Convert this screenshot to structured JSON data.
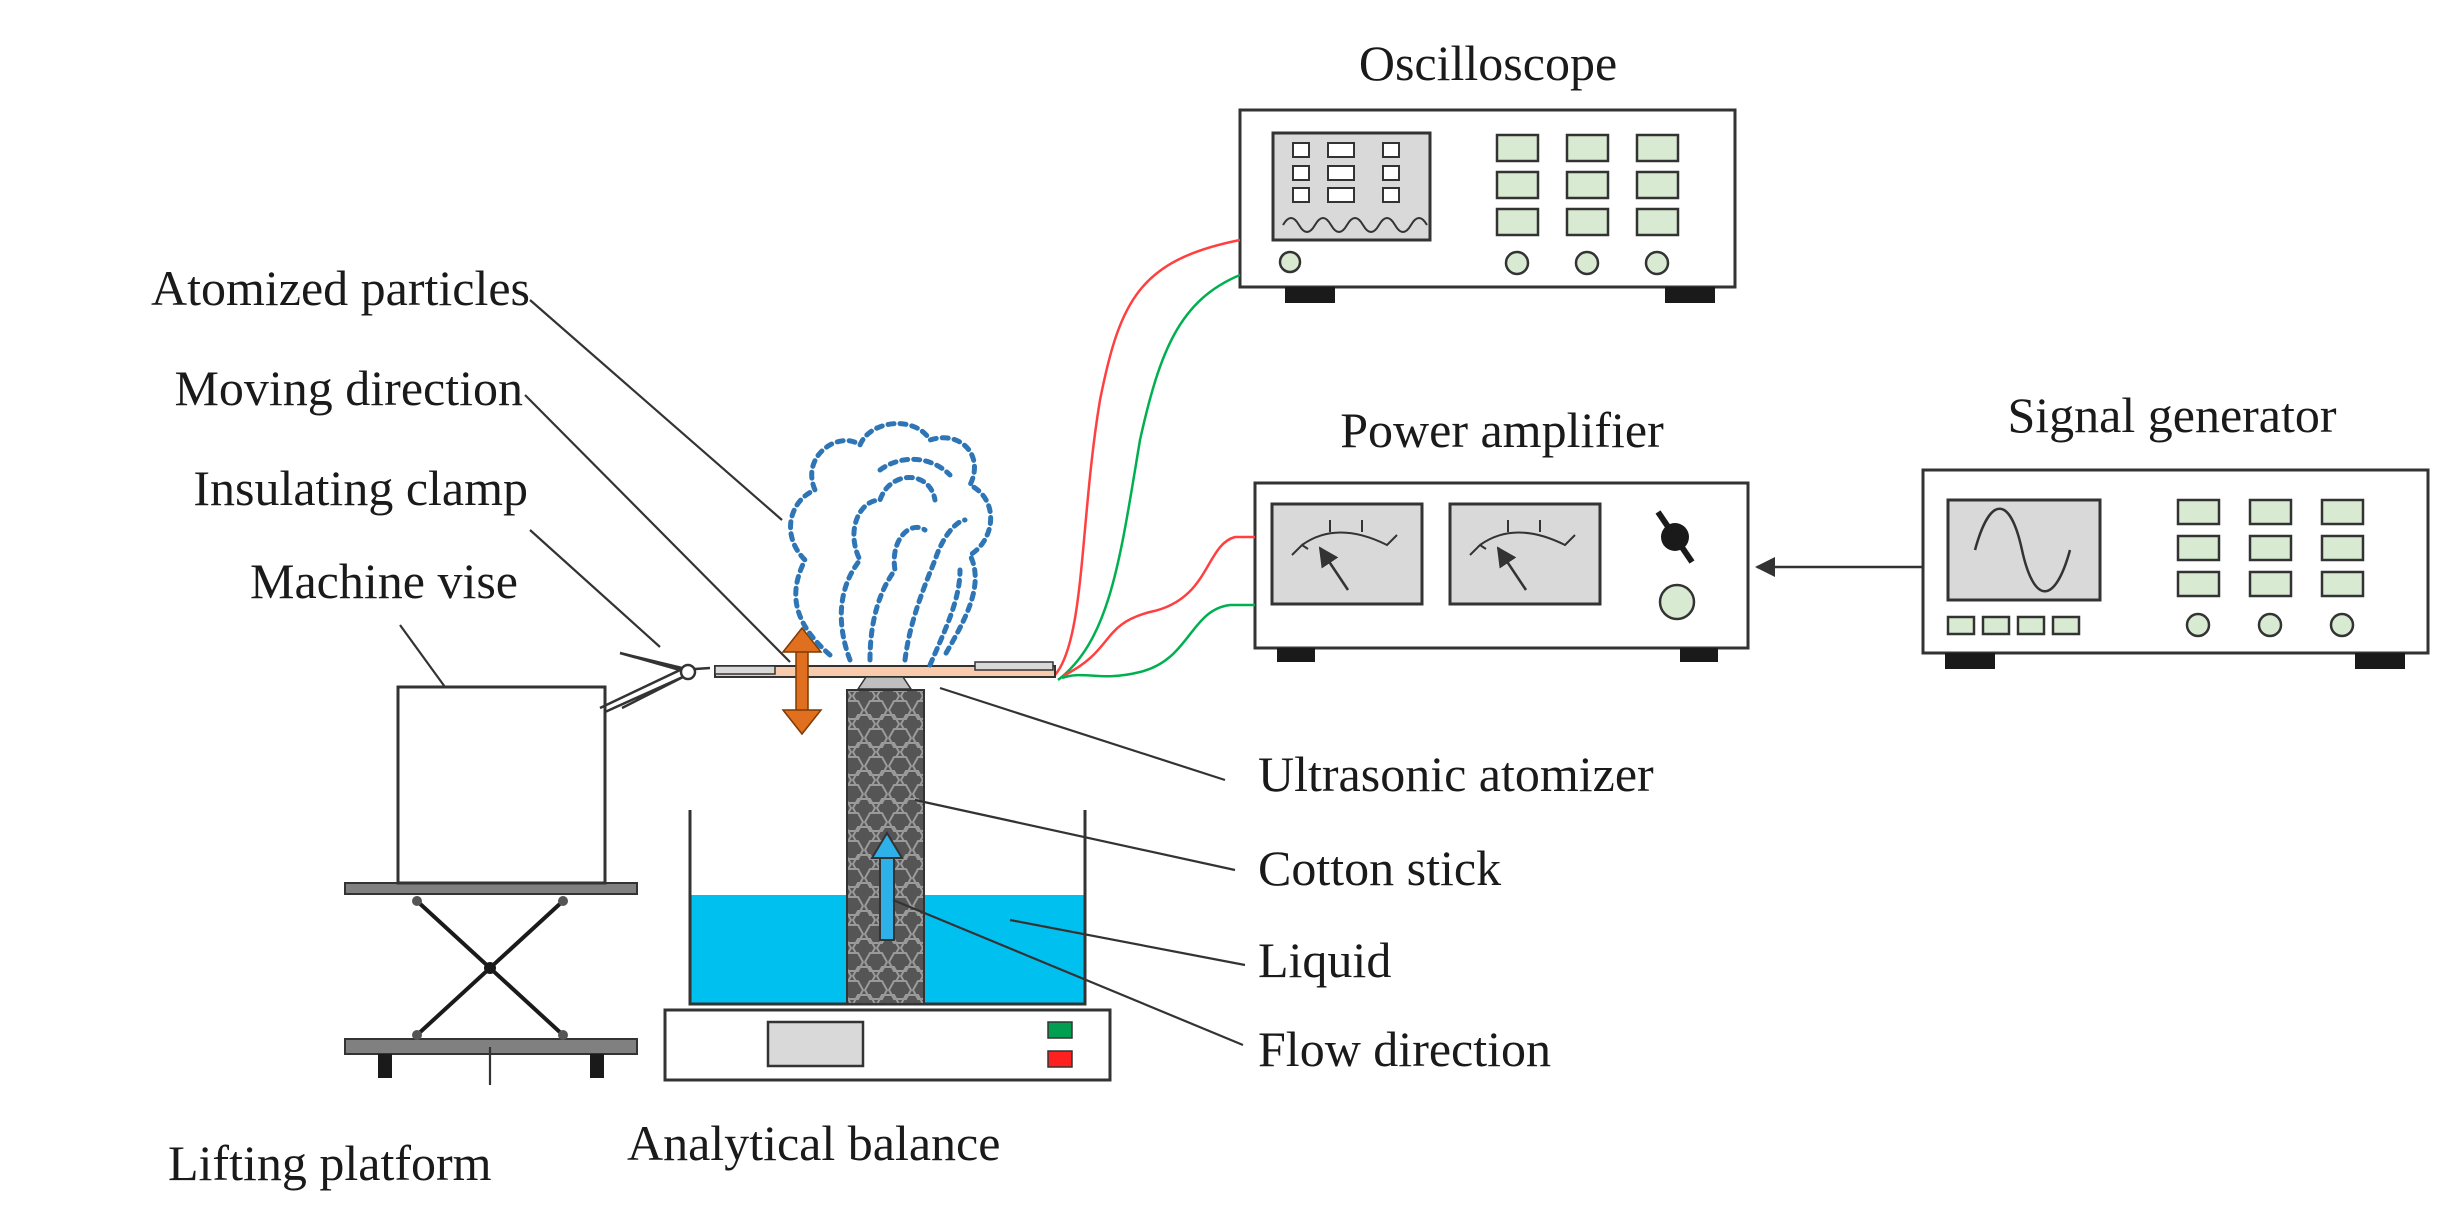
{
  "labels": {
    "oscilloscope": "Oscilloscope",
    "atomized_particles": "Atomized particles",
    "moving_direction": "Moving direction",
    "insulating_clamp": "Insulating clamp",
    "machine_vise": "Machine vise",
    "power_amplifier": "Power amplifier",
    "signal_generator": "Signal generator",
    "ultrasonic_atomizer": "Ultrasonic atomizer",
    "cotton_stick": "Cotton stick",
    "liquid": "Liquid",
    "flow_direction": "Flow direction",
    "lifting_platform": "Lifting platform",
    "analytical_balance": "Analytical balance"
  },
  "colors": {
    "liquid": "#00c0f0",
    "atomizer_plate": "#f8cbad",
    "moving_arrow": "#e07020",
    "flow_arrow": "#2eb0e8",
    "particles": "#2e75b6",
    "wire_red": "#ff4040",
    "wire_green": "#00b050",
    "button_fill": "#d9ead3",
    "screen_fill": "#d9d9d9",
    "cotton_stick": "#555555",
    "indicator_green": "#00a050",
    "indicator_red": "#ff2020"
  }
}
